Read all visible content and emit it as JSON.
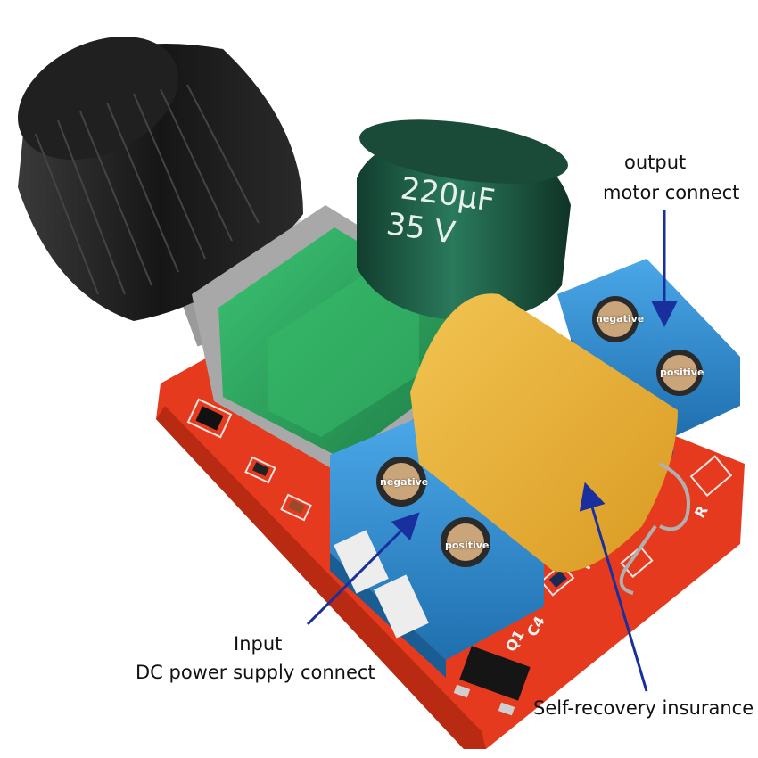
{
  "labels": {
    "output_line1": "output",
    "output_line2": "motor connect",
    "input_line1": "Input",
    "input_line2": "DC power supply connect",
    "fuse": "Self-recovery insurance",
    "out_negative": "negative",
    "out_positive": "positive",
    "in_negative": "negative",
    "in_positive": "positive"
  },
  "capacitor": {
    "line1": "220µF",
    "line2": "35 V"
  },
  "silkscreen": {
    "c4": "C4",
    "q1": "Q1",
    "r1": "R1",
    "r": "R"
  },
  "colors": {
    "pcb": "#e63a1f",
    "terminal": "#2f8fd1",
    "pot": "#2aa35c",
    "knob": "#1a1a1a",
    "capacitor": "#1d5b45",
    "fuse": "#e8b33a",
    "arrow": "#1a2f9e"
  }
}
